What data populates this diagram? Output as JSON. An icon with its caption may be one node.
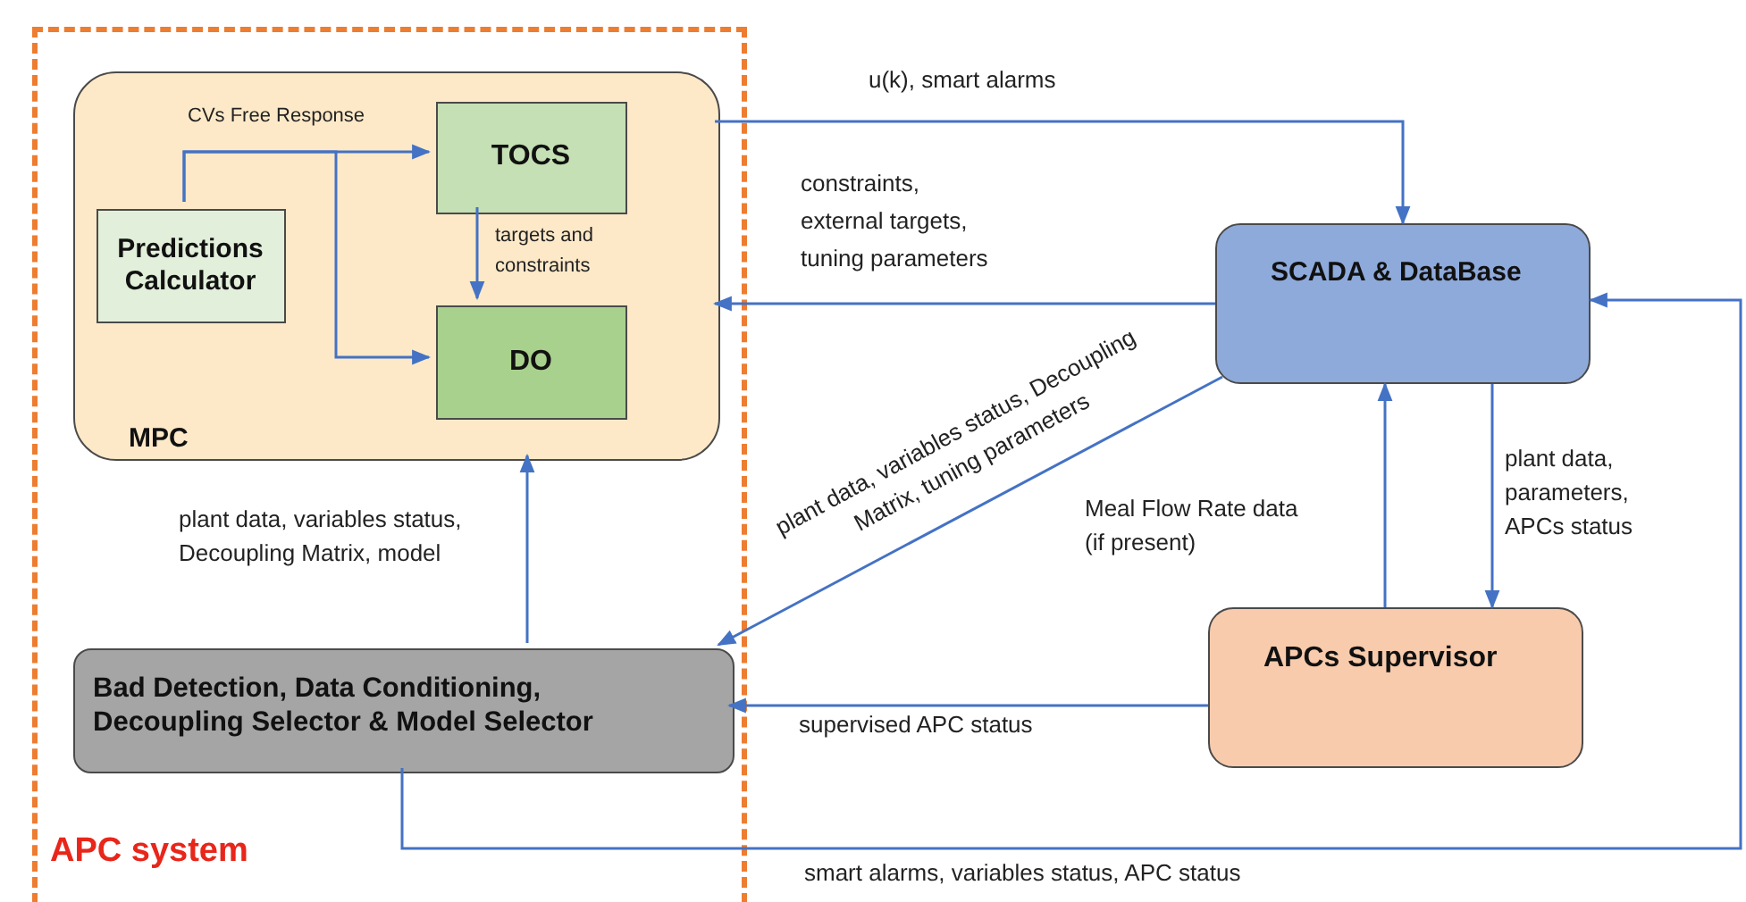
{
  "diagram": {
    "nodes": [
      {
        "text": [
          "APC system"
        ]
      },
      {
        "text": [
          "MPC"
        ],
        "in": 0
      },
      {
        "text": [
          "Predictions Calculator"
        ],
        "in": 1
      },
      {
        "text": [
          "TOCS"
        ],
        "in": 1
      },
      {
        "text": [
          "DO"
        ],
        "in": 1
      },
      {
        "text": [
          "Bad Detection, Data Conditioning, Decoupling Selector & Model Selector"
        ],
        "in": 0
      },
      {
        "text": [
          "SCADA & DataBase"
        ]
      },
      {
        "text": [
          "APCs Supervisor"
        ]
      }
    ],
    "edges": [
      {
        "from": 2,
        "to": 3,
        "arrow": "to",
        "label": "CVs Free Response"
      },
      {
        "from": 2,
        "to": 4,
        "arrow": "to"
      },
      {
        "from": 3,
        "to": 4,
        "arrow": "to",
        "label": "targets and constraints"
      },
      {
        "from": 1,
        "to": 6,
        "arrow": "to",
        "label": "u(k), smart alarms"
      },
      {
        "from": 6,
        "to": 1,
        "arrow": "to",
        "label": "constraints, external targets, tuning parameters"
      },
      {
        "from": 6,
        "to": 5,
        "arrow": "to",
        "label": "plant data, variables status, Decoupling Matrix, tuning parameters"
      },
      {
        "from": 5,
        "to": 1,
        "arrow": "to",
        "label": "plant data, variables status, Decoupling Matrix, model"
      },
      {
        "from": 7,
        "to": 6,
        "arrow": "to",
        "label": "Meal Flow Rate data (if present)"
      },
      {
        "from": 6,
        "to": 7,
        "arrow": "to",
        "label": "plant data, parameters, APCs status"
      },
      {
        "from": 7,
        "to": 5,
        "arrow": "to",
        "label": "supervised APC status"
      },
      {
        "from": 5,
        "to": 6,
        "arrow": "to",
        "label": "smart alarms, variables status, APC status"
      }
    ]
  }
}
